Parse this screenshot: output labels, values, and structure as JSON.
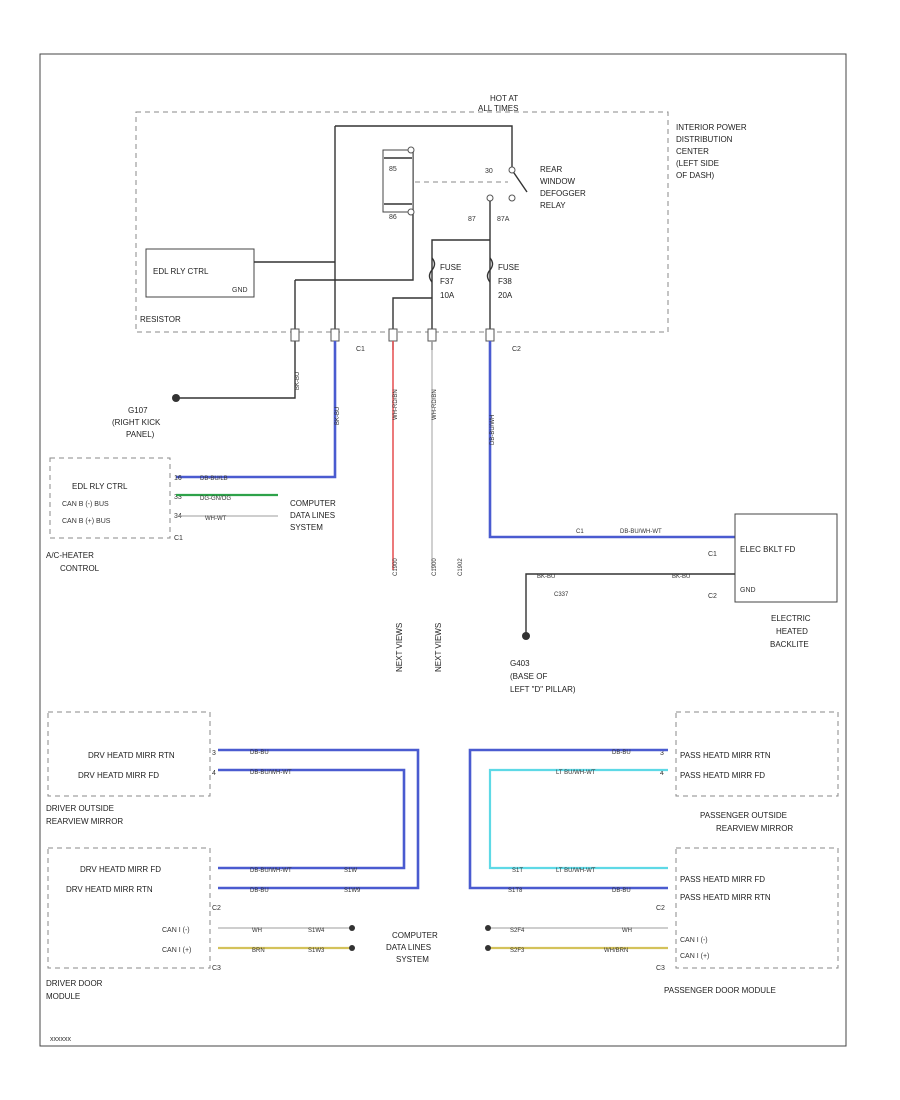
{
  "diagram": {
    "id": "wiring-diagram",
    "code": "xxxxxx",
    "hot_at": [
      "HOT AT",
      "ALL TIMES"
    ],
    "ipdc": [
      "INTERIOR POWER",
      "DISTRIBUTION",
      "CENTER",
      "(LEFT SIDE",
      "OF DASH)"
    ],
    "relay": {
      "label": [
        "REAR",
        "WINDOW",
        "DEFOGGER",
        "RELAY"
      ],
      "pins": [
        "85",
        "86",
        "30",
        "87",
        "87A"
      ]
    },
    "fuse_f37": [
      "FUSE",
      "F37",
      "10A"
    ],
    "fuse_f38": [
      "FUSE",
      "F38",
      "20A"
    ],
    "resistor": "RESISTOR",
    "edl_ctrl": "EDL RLY CTRL",
    "gnd": "GND",
    "connector_c1": "C1",
    "connector_c2": "C2",
    "g107": [
      "G107",
      "(RIGHT KICK",
      "PANEL)"
    ],
    "ac_heater": {
      "name": [
        "A/C-HEATER",
        "CONTROL"
      ],
      "pins": [
        "EDL RLY CTRL",
        "CAN B (-) BUS",
        "CAN B (+) BUS"
      ],
      "wire_codes": [
        "DB-BU/LB",
        "DG-GN/OG",
        "WH-WT"
      ],
      "pin_numbers": [
        "16",
        "33",
        "34"
      ]
    },
    "computer_data": [
      "COMPUTER",
      "DATA LINES",
      "SYSTEM"
    ],
    "vertical_wires": [
      "BK-BU",
      "WH-RD/BN",
      "WH-RD/BN",
      "DB-BU/WH"
    ],
    "lower_wires": [
      "C1900",
      "C1900",
      "C1902"
    ],
    "next_labels": [
      "NEXT VIEWS",
      "NEXT VIEWS"
    ],
    "backlite": {
      "name": [
        "ELECTRIC",
        "HEATED",
        "BACKLITE"
      ],
      "pins": [
        "ELEC BKLT FD",
        "GND"
      ],
      "c1": "C1",
      "c2": "C2",
      "wire_top": "DB-BU/WH-WT",
      "wire_bot": "BK-BU",
      "splice": "C337",
      "pin_top": "C1",
      "pin_bot": "C2"
    },
    "g403": [
      "G403",
      "(BASE OF",
      "LEFT \"D\" PILLAR)"
    ],
    "drv_mirror": {
      "name": [
        "DRIVER OUTSIDE",
        "REARVIEW MIRROR"
      ],
      "pins": [
        "DRV HEATD MIRR RTN",
        "DRV HEATD MIRR FD"
      ],
      "wire_codes": [
        "DB-BU",
        "DB-BU/WH-WT"
      ],
      "pin_numbers": [
        "3",
        "4"
      ]
    },
    "pass_mirror": {
      "name": [
        "PASSENGER OUTSIDE",
        "REARVIEW MIRROR"
      ],
      "pins": [
        "PASS HEATD MIRR RTN",
        "PASS HEATD MIRR FD"
      ],
      "wire_codes": [
        "DB-BU",
        "LT BU/WH-WT"
      ],
      "pin_numbers": [
        "3",
        "4"
      ]
    },
    "drv_door": {
      "name": [
        "DRIVER DOOR",
        "MODULE"
      ],
      "pins": [
        "DRV HEATD MIRR FD",
        "DRV HEATD MIRR RTN",
        "CAN I (-)",
        "CAN I (+)"
      ],
      "wire_codes": [
        "DB-BU/WH-WT",
        "DB-BU",
        "WH",
        "BRN"
      ],
      "splices": [
        "S1W",
        "S1W9",
        "S1W4",
        "S1W3"
      ],
      "c2": "C2",
      "c3": "C3"
    },
    "pass_door": {
      "name": [
        "PASSENGER DOOR MODULE"
      ],
      "pins": [
        "PASS HEATD MIRR FD",
        "PASS HEATD MIRR RTN",
        "CAN I (-)",
        "CAN I (+)"
      ],
      "wire_codes": [
        "LT BU/WH-WT",
        "DB-BU",
        "WH",
        "WH/BRN"
      ],
      "splices": [
        "S1T",
        "S1T8",
        "S2F4",
        "S2F3"
      ],
      "c2": "C2",
      "c3": "C3"
    },
    "center_cdl": [
      "COMPUTER",
      "DATA LINES",
      "SYSTEM"
    ]
  }
}
